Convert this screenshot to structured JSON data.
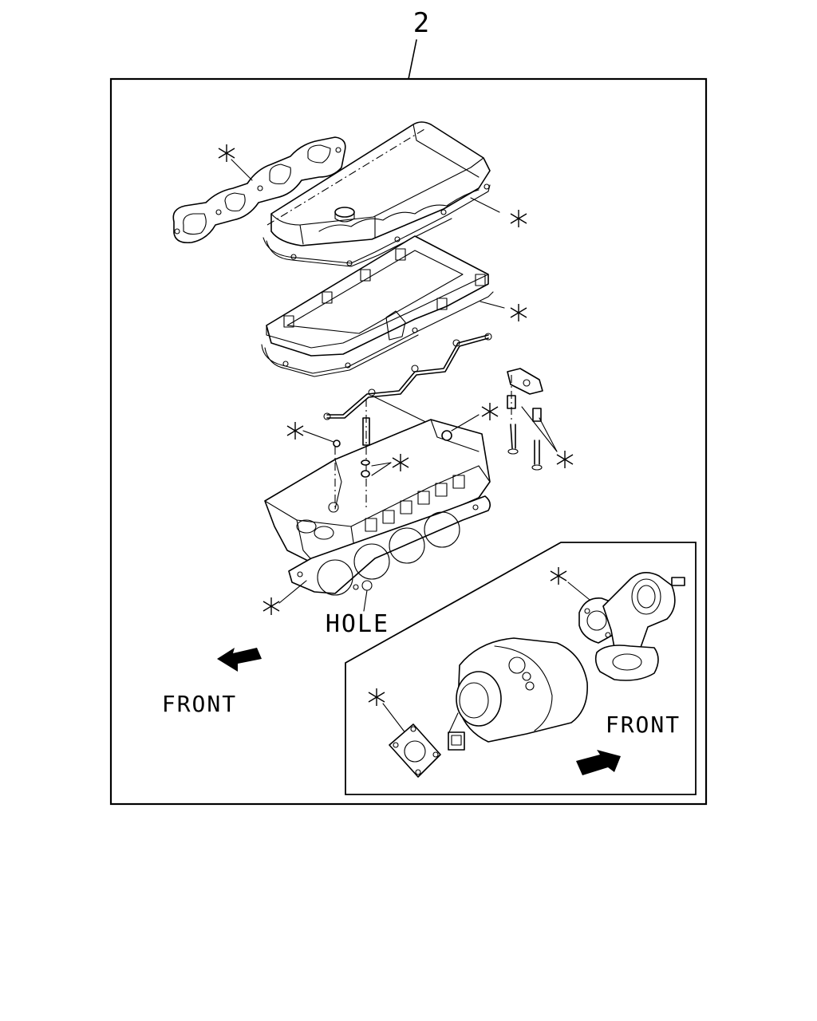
{
  "callout_number": "2",
  "labels": {
    "hole": "HOLE",
    "front_main": "FRONT",
    "front_inset": "FRONT"
  },
  "asterisk_marks": [
    {
      "id": "exhaust-manifold-gasket"
    },
    {
      "id": "head-cover-gasket"
    },
    {
      "id": "cam-carrier-gasket"
    },
    {
      "id": "glow-plug-seal"
    },
    {
      "id": "nozzle-seal"
    },
    {
      "id": "nozzle-washer"
    },
    {
      "id": "valve-stem-seal"
    },
    {
      "id": "head-gasket"
    },
    {
      "id": "egr-gasket"
    },
    {
      "id": "turbo-gasket"
    }
  ]
}
